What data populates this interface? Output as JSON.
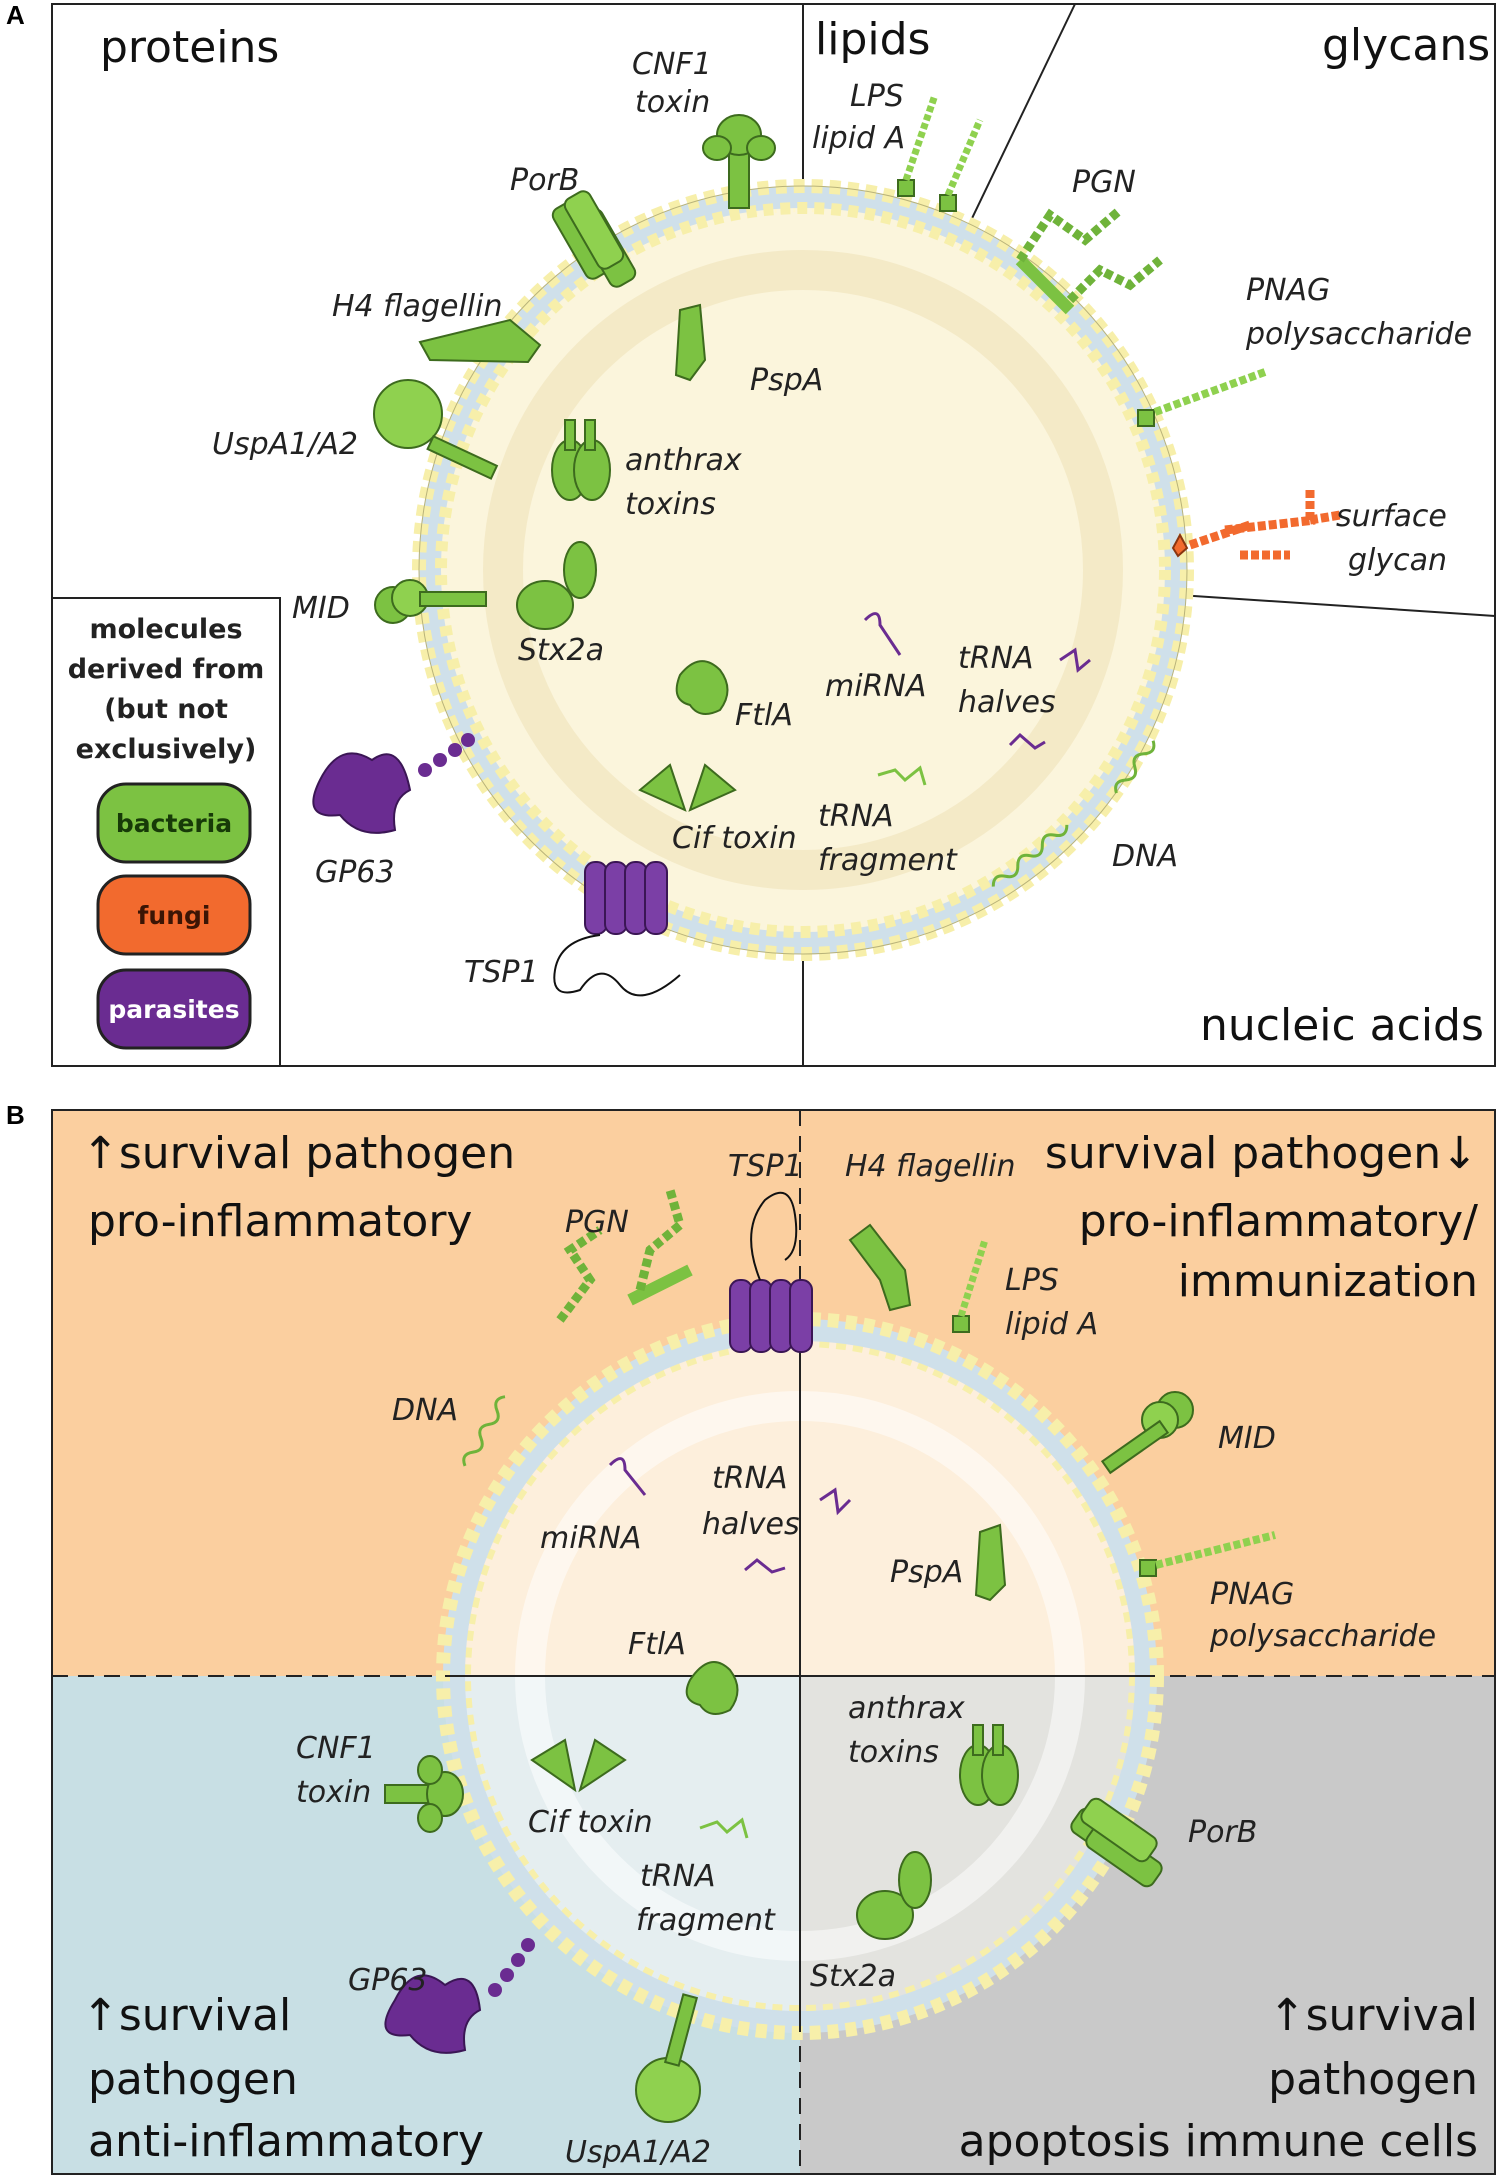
{
  "panel_a": {
    "letter": "A",
    "sections": {
      "proteins": "proteins",
      "lipids": "lipids",
      "glycans": "glycans",
      "nucleic_acids": "nucleic acids"
    },
    "labels": {
      "cnf1_1": "CNF1",
      "cnf1_2": "toxin",
      "lps_1": "LPS",
      "lps_2": "lipid A",
      "porb": "PorB",
      "pgn": "PGN",
      "h4": "H4 flagellin",
      "pspa": "PspA",
      "pnag_1": "PNAG",
      "pnag_2": "polysaccharide",
      "uspa": "UspA1/A2",
      "anthrax_1": "anthrax",
      "anthrax_2": "toxins",
      "surface_1": "surface",
      "surface_2": "glycan",
      "mid": "MID",
      "stx": "Stx2a",
      "mirna": "miRNA",
      "trna_h1": "tRNA",
      "trna_h2": "halves",
      "ftla": "FtlA",
      "gp63": "GP63",
      "cif": "Cif toxin",
      "trna_f1": "tRNA",
      "trna_f2": "fragment",
      "dna": "DNA",
      "tsp1": "TSP1"
    },
    "legend": {
      "title_1": "molecules",
      "title_2": "derived from",
      "title_3": "(but not",
      "title_4": "exclusively)",
      "items": [
        {
          "label": "bacteria",
          "color": "#7cc242"
        },
        {
          "label": "fungi",
          "color": "#f26a2e"
        },
        {
          "label": "parasites",
          "color": "#6a2c91"
        }
      ]
    }
  },
  "panel_b": {
    "letter": "B",
    "quadrants": {
      "tl_1": "survival pathogen",
      "tl_2": "pro-inflammatory",
      "tr_1": "survival pathogen",
      "tr_2": "pro-inflammatory/",
      "tr_3": "immunization",
      "bl_1": "survival",
      "bl_2": "pathogen",
      "bl_3": "anti-inflammatory",
      "br_1": "survival",
      "br_2": "pathogen",
      "br_3": "apoptosis immune cells"
    },
    "arrows": {
      "up": "↑",
      "down": "↓"
    },
    "labels": {
      "tsp1": "TSP1",
      "h4": "H4 flagellin",
      "pgn": "PGN",
      "lps_1": "LPS",
      "lps_2": "lipid A",
      "dna": "DNA",
      "mid": "MID",
      "trna_h1": "tRNA",
      "trna_h2": "halves",
      "mirna": "miRNA",
      "pspa": "PspA",
      "pnag_1": "PNAG",
      "pnag_2": "polysaccharide",
      "ftla": "FtlA",
      "anthrax_1": "anthrax",
      "anthrax_2": "toxins",
      "cnf1_1": "CNF1",
      "cnf1_2": "toxin",
      "cif": "Cif toxin",
      "porb": "PorB",
      "trna_f1": "tRNA",
      "trna_f2": "fragment",
      "stx": "Stx2a",
      "gp63": "GP63",
      "uspa": "UspA1/A2"
    },
    "colors": {
      "top": "#fbcf9f",
      "bottom_left": "#c8dfe4",
      "bottom_right": "#c9c9c9"
    }
  }
}
